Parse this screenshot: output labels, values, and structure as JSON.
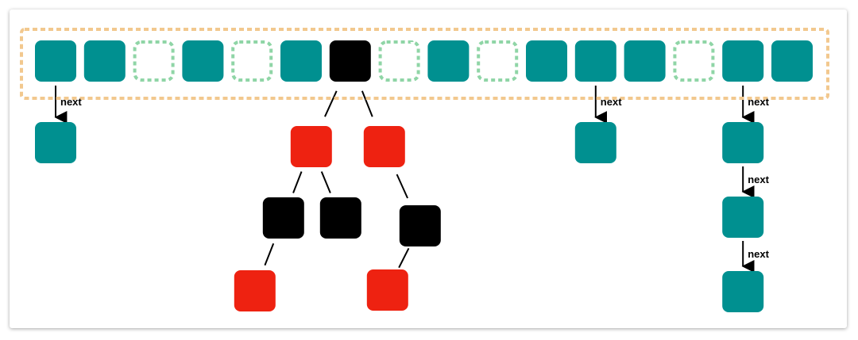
{
  "colors": {
    "bucket_border": "#F2C88E",
    "filled_node": "#009090",
    "empty_slot_border": "#8FD5A6",
    "red_node": "#EE2211",
    "black_node": "#000000",
    "edge": "#000000"
  },
  "bucket_array": {
    "slots": [
      "filled",
      "filled",
      "empty",
      "filled",
      "empty",
      "filled",
      "tree-root",
      "empty",
      "filled",
      "empty",
      "filled",
      "filled",
      "filled",
      "empty",
      "filled",
      "filled"
    ]
  },
  "linked_lists": [
    {
      "bucket_index": 0,
      "length": 1,
      "link_labels": [
        "next"
      ]
    },
    {
      "bucket_index": 11,
      "length": 1,
      "link_labels": [
        "next"
      ]
    },
    {
      "bucket_index": 14,
      "length": 3,
      "link_labels": [
        "next",
        "next",
        "next"
      ]
    }
  ],
  "red_black_tree": {
    "bucket_index": 6,
    "nodes": [
      {
        "id": "root",
        "color": "black",
        "parent": null
      },
      {
        "id": "l",
        "color": "red",
        "parent": "root"
      },
      {
        "id": "r",
        "color": "red",
        "parent": "root"
      },
      {
        "id": "ll",
        "color": "black",
        "parent": "l"
      },
      {
        "id": "lr",
        "color": "black",
        "parent": "l"
      },
      {
        "id": "rr",
        "color": "black",
        "parent": "r"
      },
      {
        "id": "lll",
        "color": "red",
        "parent": "ll"
      },
      {
        "id": "rrl",
        "color": "red",
        "parent": "rr"
      }
    ]
  }
}
